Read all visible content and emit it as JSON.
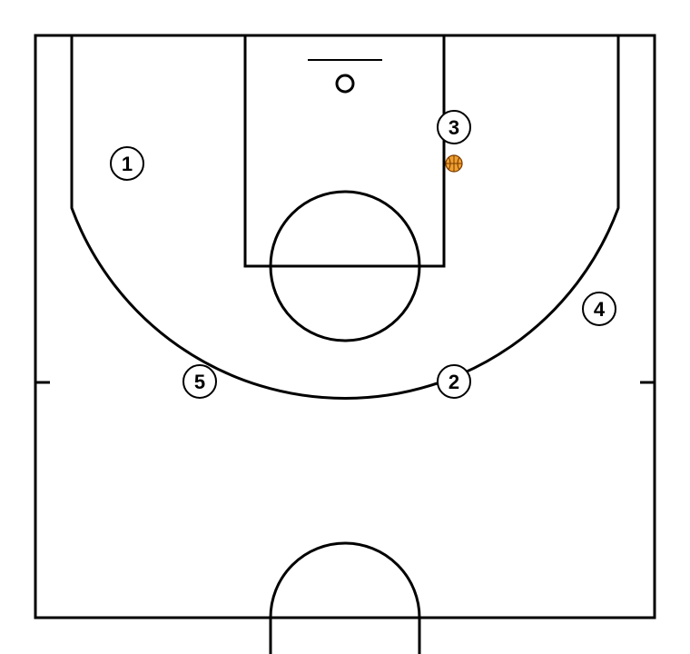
{
  "colors": {
    "line": "#000000",
    "background": "#ffffff",
    "ball": "#f0a030"
  },
  "players": [
    {
      "label": "1"
    },
    {
      "label": "2"
    },
    {
      "label": "3"
    },
    {
      "label": "4"
    },
    {
      "label": "5"
    }
  ],
  "ball": {
    "icon": "basketball-icon",
    "holder": "3"
  }
}
